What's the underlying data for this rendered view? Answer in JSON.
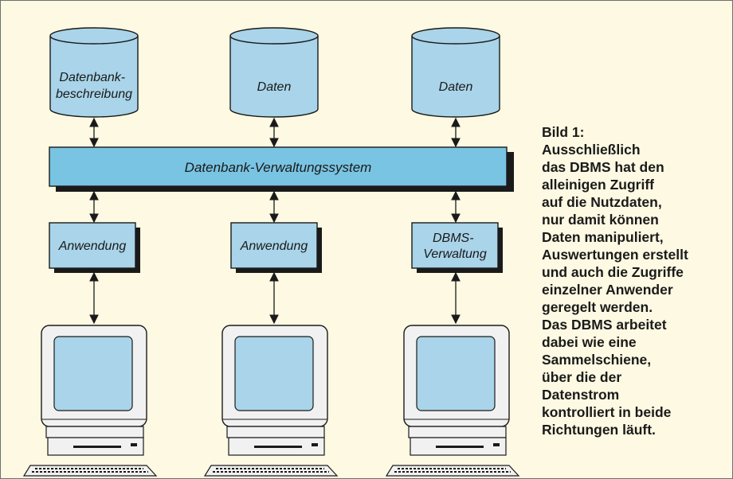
{
  "colors": {
    "background": "#fdf9e2",
    "cylinder_fill": "#a9d4e9",
    "bus_fill": "#79c4e2",
    "box_fill": "#a9d4e9",
    "monitor_body": "#f1f1f1",
    "screen": "#a9d4e9",
    "outline": "#1a1a1a"
  },
  "databases": [
    {
      "label_lines": [
        "Datenbank-",
        "beschreibung"
      ]
    },
    {
      "label_lines": [
        "Daten"
      ]
    },
    {
      "label_lines": [
        "Daten"
      ]
    }
  ],
  "bus": {
    "label": "Datenbank-Verwaltungssystem"
  },
  "applications": [
    {
      "label_lines": [
        "Anwendung"
      ]
    },
    {
      "label_lines": [
        "Anwendung"
      ]
    },
    {
      "label_lines": [
        "DBMS-",
        "Verwaltung"
      ]
    }
  ],
  "workstations": [
    {
      "icon": "computer-icon"
    },
    {
      "icon": "computer-icon"
    },
    {
      "icon": "computer-icon"
    }
  ],
  "caption": {
    "title": "Bild 1:",
    "text": "Ausschließlich\ndas DBMS hat den\nalleinigen Zugriff\nauf die Nutzdaten,\nnur damit können\nDaten manipuliert,\nAuswertungen erstellt\nund auch die Zugriffe\neinzelner Anwender\ngeregelt werden.\nDas DBMS arbeitet\ndabei wie eine\nSammelschiene,\nüber die der\nDatenstrom\nkontrolliert in beide\nRichtungen läuft."
  }
}
